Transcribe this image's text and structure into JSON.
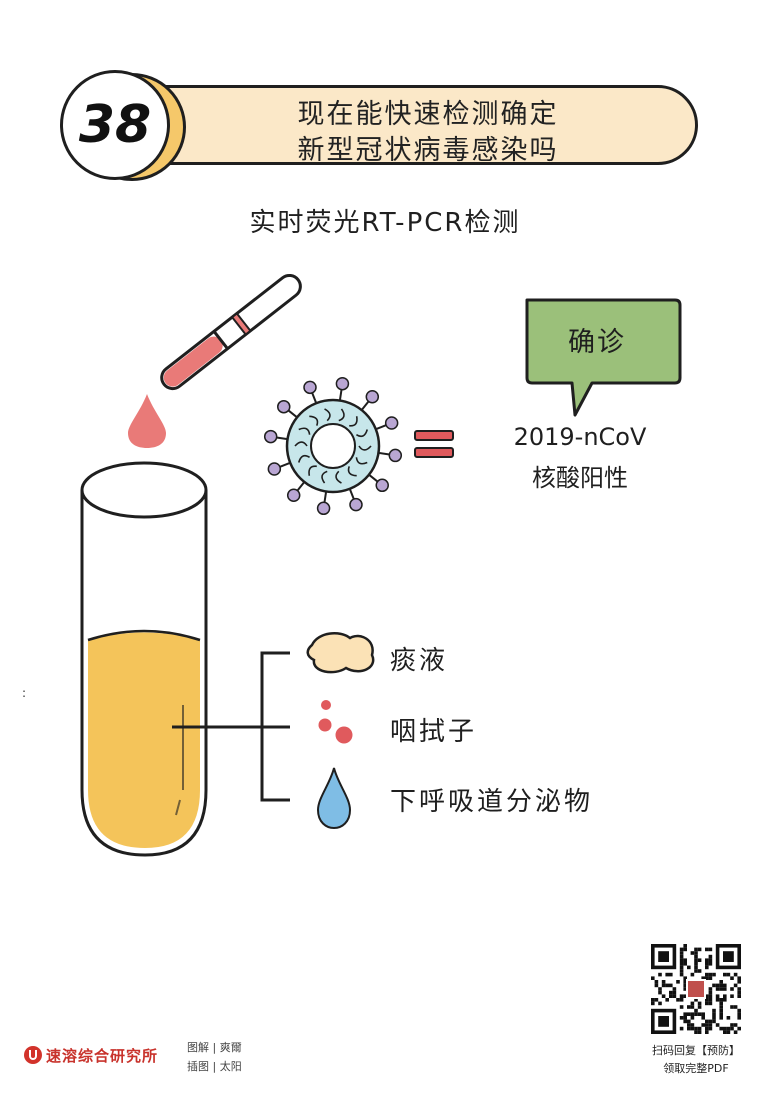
{
  "header": {
    "number": "38",
    "title_line1": "现在能快速检测确定",
    "title_line2": "新型冠状病毒感染吗"
  },
  "subtitle": "实时荧光RT-PCR检测",
  "bubble": {
    "text": "确诊"
  },
  "result": {
    "line1": "2019-nCoV",
    "line2": "核酸阳性"
  },
  "samples": [
    {
      "label": "痰液",
      "icon": "sputum-blob-icon"
    },
    {
      "label": "咽拭子",
      "icon": "swab-dots-icon"
    },
    {
      "label": "下呼吸道分泌物",
      "icon": "droplet-icon"
    }
  ],
  "footer": {
    "brand": "速溶综合研究所",
    "credit_1": "图解 | 爽爾",
    "credit_2": "插图 | 太阳",
    "qr_caption_1": "扫码回复【预防】",
    "qr_caption_2": "领取完整PDF"
  },
  "colors": {
    "banner": "#fbe8c8",
    "badge_accent": "#f5c86a",
    "bubble": "#9bc07a",
    "liquid": "#f4c45a",
    "drop": "#e97a78",
    "virus_body": "#c7e6ea",
    "virus_spike": "#b9a6d3",
    "accent_red": "#e05a5d",
    "droplet_blue": "#7fbde5"
  }
}
